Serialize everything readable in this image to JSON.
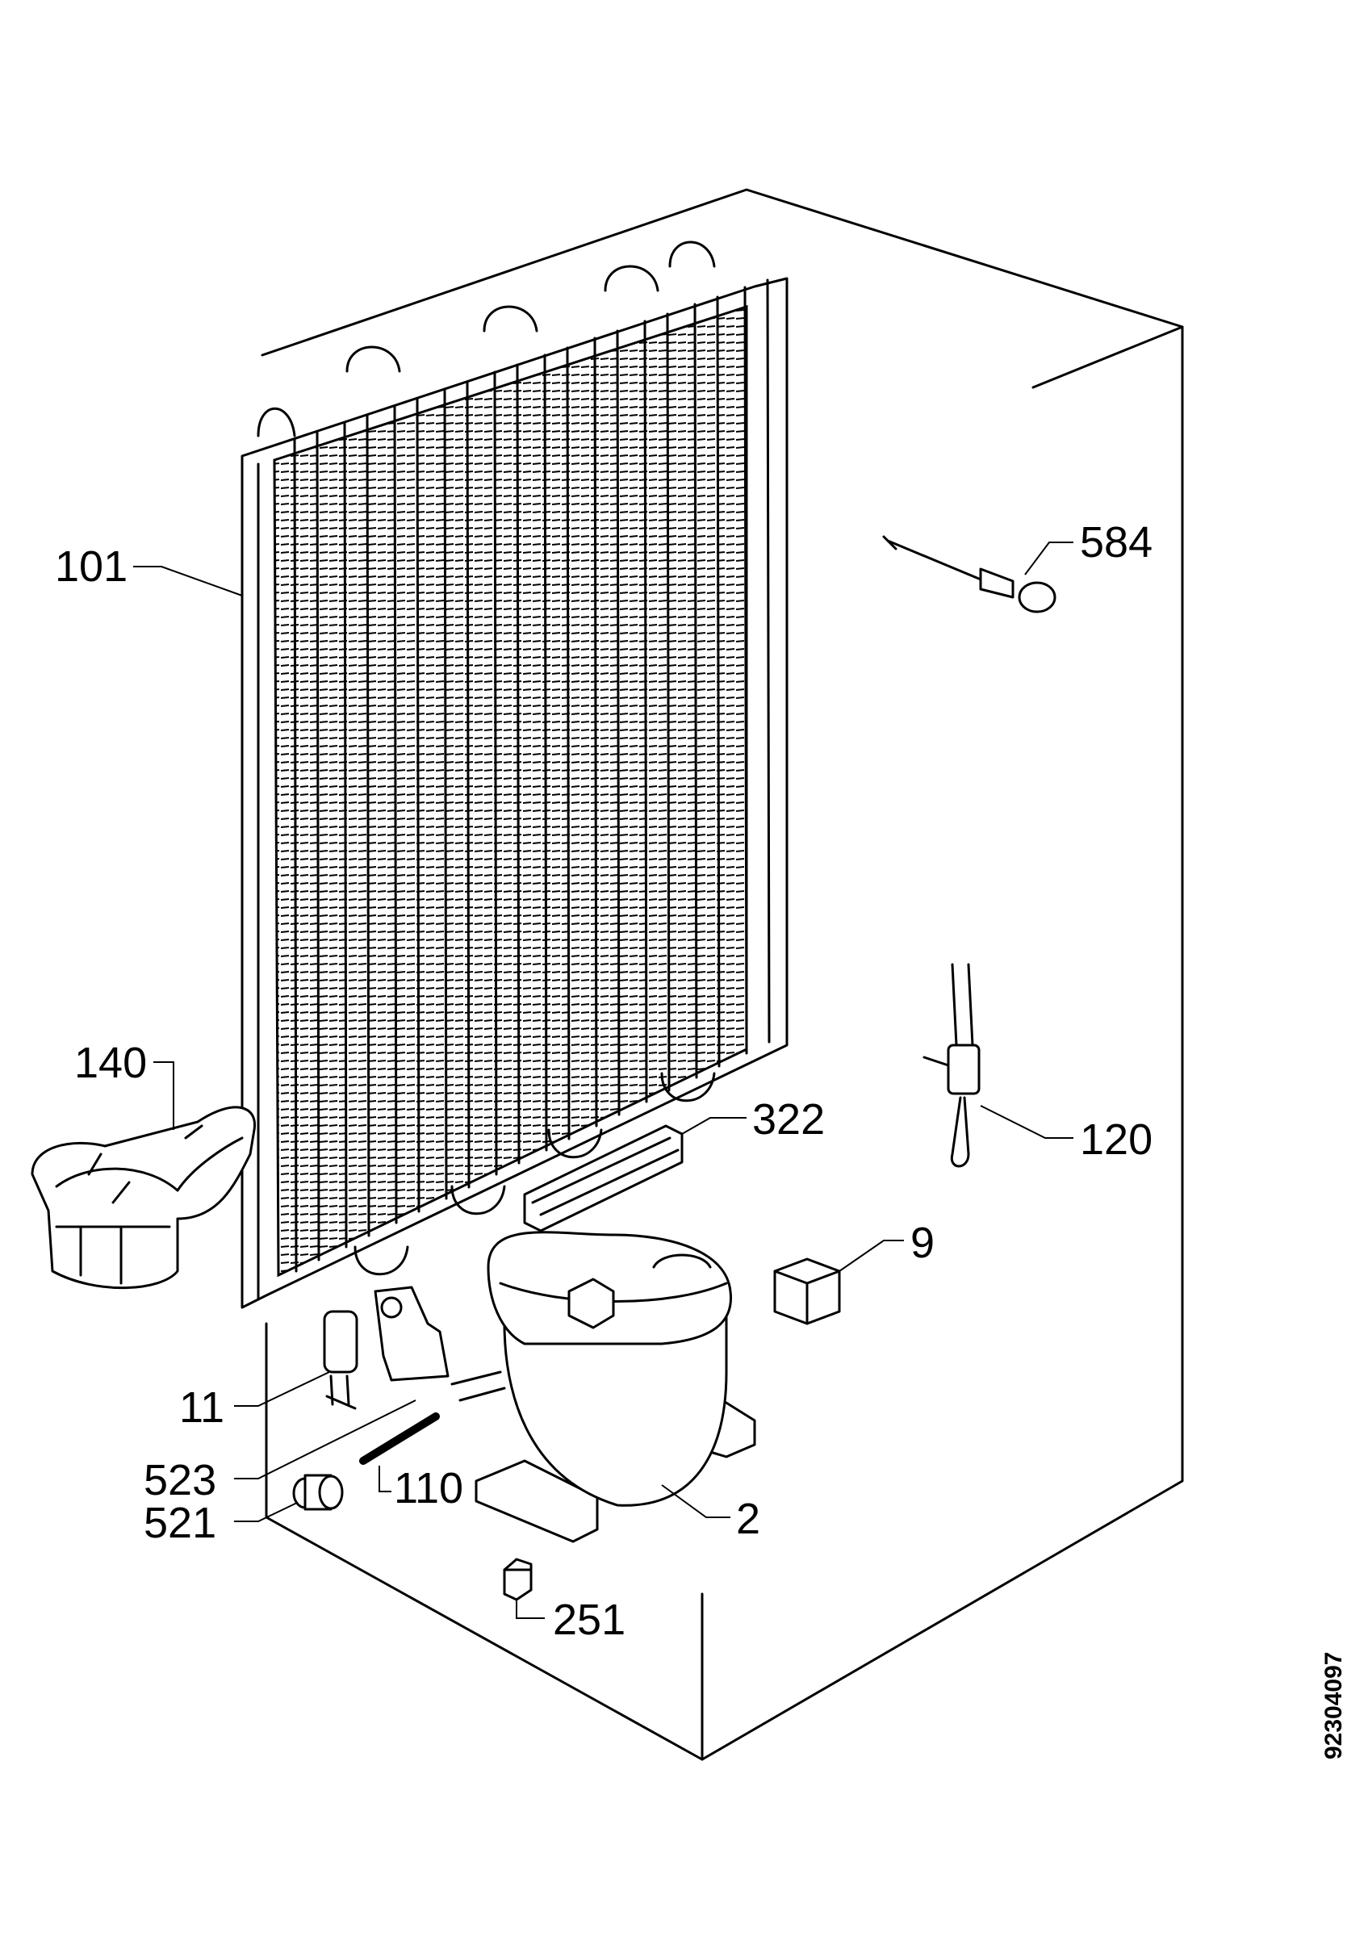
{
  "callouts": {
    "c101": "101",
    "c584": "584",
    "c140": "140",
    "c322": "322",
    "c120": "120",
    "c9": "9",
    "c11": "11",
    "c523": "523",
    "c110": "110",
    "c521": "521",
    "c2": "2",
    "c251": "251"
  },
  "document_number": "92304097"
}
